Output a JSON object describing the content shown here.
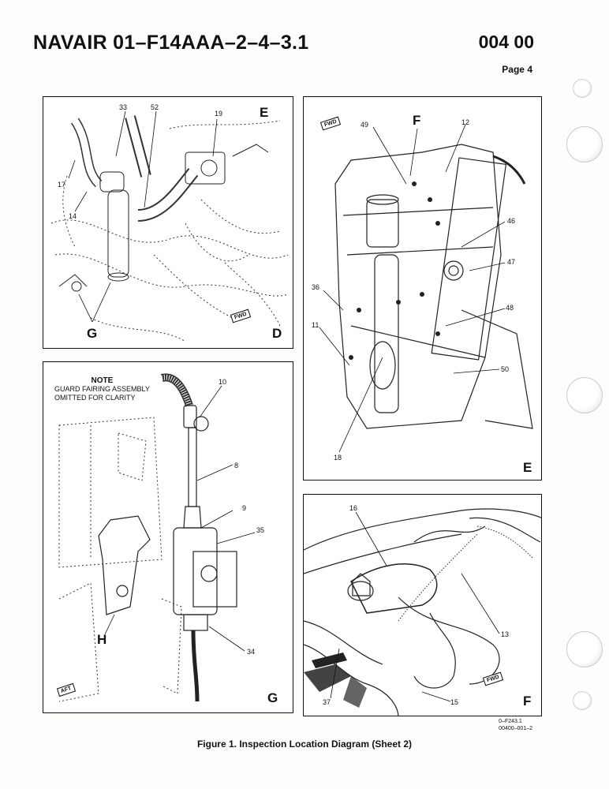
{
  "header": {
    "doc_title": "NAVAIR 01–F14AAA–2–4–3.1",
    "doc_number": "004 00",
    "page": "Page 4"
  },
  "panels": {
    "D": {
      "letter": "D",
      "callouts": [
        "33",
        "52",
        "19",
        "E",
        "17",
        "14",
        "G"
      ],
      "fwd": "FWD"
    },
    "E": {
      "letter": "E",
      "callouts": [
        "49",
        "F",
        "12",
        "46",
        "47",
        "36",
        "48",
        "11",
        "50",
        "18"
      ],
      "fwd": "FWD"
    },
    "G": {
      "letter": "G",
      "note_heading": "NOTE",
      "note_line1": "GUARD FAIRING ASSEMBLY",
      "note_line2": "OMITTED FOR CLARITY",
      "callouts": [
        "10",
        "8",
        "9",
        "35",
        "34",
        "H"
      ],
      "aft": "AFT"
    },
    "F": {
      "letter": "F",
      "callouts": [
        "16",
        "13",
        "37",
        "15"
      ],
      "fwd": "FWD"
    }
  },
  "caption": "Figure 1. Inspection Location Diagram (Sheet 2)",
  "figure_ref": {
    "line1": "0–F243.1",
    "line2": "00400–001–2"
  }
}
